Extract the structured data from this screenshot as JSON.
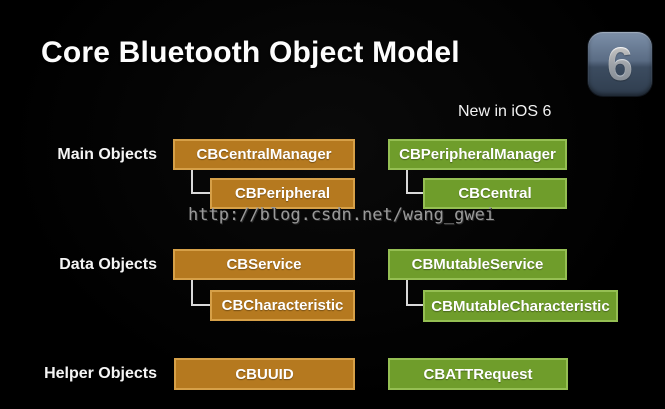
{
  "slide": {
    "title": "Core Bluetooth Object Model",
    "badge_text": "6",
    "new_in_label": "New in iOS 6",
    "watermark": "http://blog.csdn.net/wang_gwei"
  },
  "colors": {
    "orange_fill": "#b5791f",
    "orange_border": "#d6a048",
    "green_fill": "#6f9d2b",
    "green_border": "#95bf53",
    "watermark": "#9a9a9a",
    "background": "#000000"
  },
  "sections": [
    {
      "label": "Main Objects",
      "left": {
        "parent": "CBCentralManager",
        "child": "CBPeripheral"
      },
      "right": {
        "parent": "CBPeripheralManager",
        "child": "CBCentral"
      }
    },
    {
      "label": "Data Objects",
      "left": {
        "parent": "CBService",
        "child": "CBCharacteristic"
      },
      "right": {
        "parent": "CBMutableService",
        "child": "CBMutableCharacteristic"
      }
    },
    {
      "label": "Helper Objects",
      "left": {
        "parent": "CBUUID"
      },
      "right": {
        "parent": "CBATTRequest"
      }
    }
  ]
}
